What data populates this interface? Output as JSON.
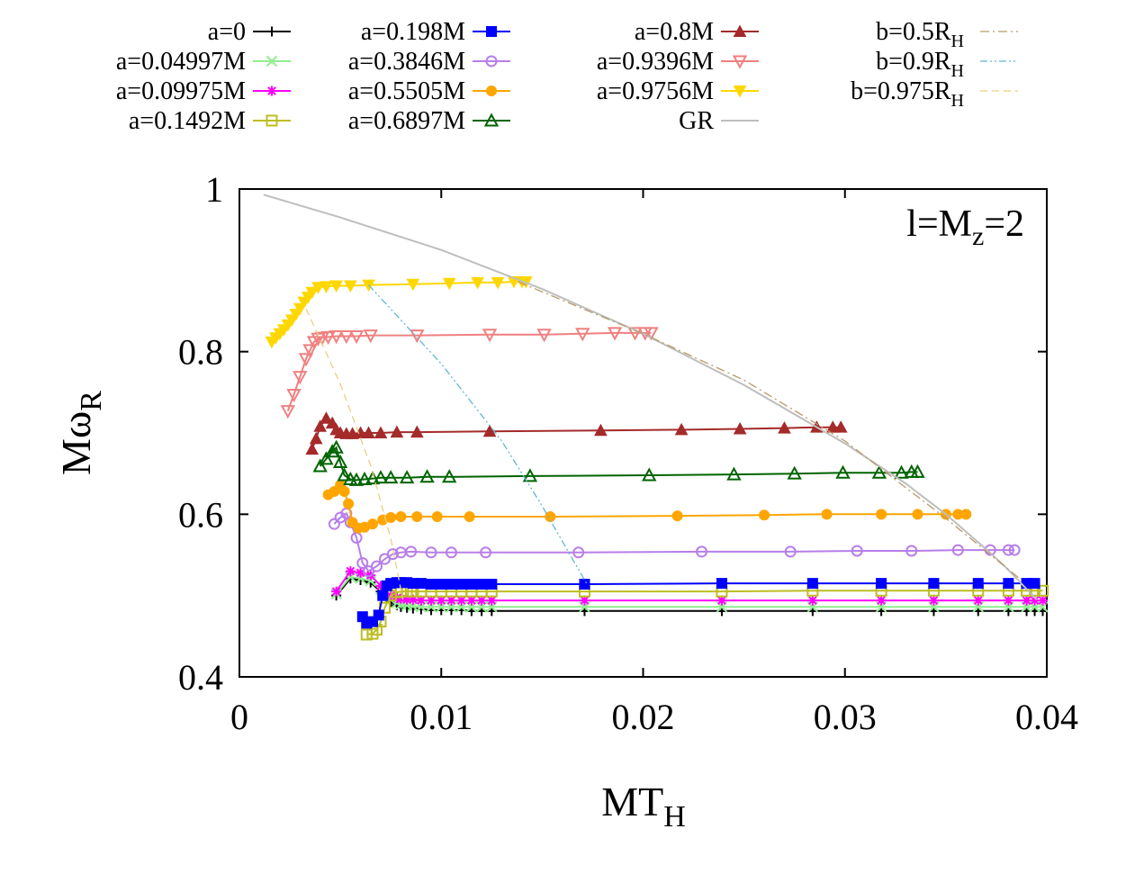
{
  "chart_data": {
    "type": "line",
    "title": "",
    "annotation": {
      "text": "l=M",
      "sub": "z",
      "suffix": "=2"
    },
    "xlabel": {
      "text": "MT",
      "sub": "H"
    },
    "ylabel": {
      "text": "Mω",
      "sub": "R"
    },
    "xlim": [
      0,
      0.04
    ],
    "ylim": [
      0.4,
      1.0
    ],
    "xticks": [
      0,
      0.01,
      0.02,
      0.03,
      0.04
    ],
    "xtick_labels": [
      "0",
      "0.01",
      "0.02",
      "0.03",
      "0.04"
    ],
    "yticks": [
      0.4,
      0.6,
      0.8,
      1.0
    ],
    "ytick_labels": [
      "0.4",
      "0.6",
      "0.8",
      "1"
    ],
    "grid": false,
    "legend_position": "top",
    "series": [
      {
        "name": "a=0",
        "color": "#000000",
        "marker": "plus",
        "x": [
          0.0048,
          0.0055,
          0.006,
          0.0065,
          0.007,
          0.0075,
          0.0078,
          0.008,
          0.0083,
          0.0086,
          0.009,
          0.0095,
          0.01,
          0.0105,
          0.011,
          0.0115,
          0.012,
          0.0125,
          0.0171,
          0.0239,
          0.0284,
          0.0318,
          0.0344,
          0.0366,
          0.0381,
          0.039,
          0.0394,
          0.0398
        ],
        "y": [
          0.5,
          0.521,
          0.519,
          0.516,
          0.505,
          0.492,
          0.488,
          0.486,
          0.485,
          0.484,
          0.483,
          0.482,
          0.482,
          0.482,
          0.482,
          0.481,
          0.481,
          0.481,
          0.481,
          0.481,
          0.481,
          0.481,
          0.481,
          0.481,
          0.481,
          0.481,
          0.481,
          0.481
        ]
      },
      {
        "name": "a=0.04997M",
        "color": "#90ee90",
        "marker": "cross",
        "x": [
          0.0048,
          0.0055,
          0.006,
          0.0065,
          0.007,
          0.0075,
          0.0078,
          0.008,
          0.0083,
          0.0086,
          0.009,
          0.0095,
          0.01,
          0.0105,
          0.011,
          0.0115,
          0.012,
          0.0125,
          0.0171,
          0.0239,
          0.0284,
          0.0318,
          0.0344,
          0.0366,
          0.0381,
          0.039,
          0.0394,
          0.0398
        ],
        "y": [
          0.502,
          0.523,
          0.521,
          0.518,
          0.507,
          0.495,
          0.491,
          0.489,
          0.488,
          0.487,
          0.486,
          0.486,
          0.486,
          0.486,
          0.486,
          0.486,
          0.486,
          0.486,
          0.486,
          0.486,
          0.486,
          0.486,
          0.486,
          0.486,
          0.486,
          0.486,
          0.486,
          0.486
        ]
      },
      {
        "name": "a=0.09975M",
        "color": "#ff00ff",
        "marker": "star",
        "x": [
          0.0048,
          0.0055,
          0.006,
          0.0065,
          0.007,
          0.0075,
          0.0078,
          0.008,
          0.0083,
          0.0086,
          0.009,
          0.0095,
          0.01,
          0.0105,
          0.011,
          0.0115,
          0.012,
          0.0125,
          0.0171,
          0.0239,
          0.0284,
          0.0318,
          0.0344,
          0.0366,
          0.0381,
          0.039,
          0.0394,
          0.0398
        ],
        "y": [
          0.505,
          0.53,
          0.528,
          0.525,
          0.512,
          0.5,
          0.497,
          0.496,
          0.495,
          0.495,
          0.494,
          0.494,
          0.494,
          0.494,
          0.494,
          0.494,
          0.494,
          0.494,
          0.494,
          0.494,
          0.494,
          0.494,
          0.494,
          0.494,
          0.494,
          0.494,
          0.494,
          0.494
        ]
      },
      {
        "name": "a=0.1492M",
        "color": "#bcbd22",
        "marker": "square-open",
        "x": [
          0.0063,
          0.0066,
          0.0068,
          0.007,
          0.0072,
          0.0075,
          0.0078,
          0.008,
          0.0083,
          0.0086,
          0.009,
          0.0095,
          0.01,
          0.0105,
          0.011,
          0.0115,
          0.012,
          0.0125,
          0.0171,
          0.0239,
          0.0284,
          0.0318,
          0.0344,
          0.0366,
          0.0381,
          0.039,
          0.0394,
          0.0398
        ],
        "y": [
          0.452,
          0.453,
          0.458,
          0.468,
          0.485,
          0.5,
          0.504,
          0.505,
          0.505,
          0.505,
          0.505,
          0.505,
          0.505,
          0.505,
          0.505,
          0.505,
          0.505,
          0.505,
          0.505,
          0.505,
          0.506,
          0.506,
          0.506,
          0.506,
          0.506,
          0.506,
          0.506,
          0.506
        ]
      },
      {
        "name": "a=0.198M",
        "color": "#0000ff",
        "marker": "square",
        "x": [
          0.0061,
          0.0063,
          0.0066,
          0.0069,
          0.0071,
          0.0073,
          0.0075,
          0.0078,
          0.008,
          0.0083,
          0.0086,
          0.009,
          0.0095,
          0.01,
          0.0105,
          0.011,
          0.0115,
          0.012,
          0.0125,
          0.0171,
          0.0239,
          0.0284,
          0.0318,
          0.0344,
          0.0366,
          0.0381,
          0.039,
          0.0394
        ],
        "y": [
          0.474,
          0.466,
          0.468,
          0.476,
          0.5,
          0.512,
          0.515,
          0.516,
          0.516,
          0.516,
          0.515,
          0.515,
          0.514,
          0.514,
          0.514,
          0.514,
          0.514,
          0.514,
          0.514,
          0.514,
          0.515,
          0.515,
          0.515,
          0.515,
          0.515,
          0.515,
          0.515,
          0.515
        ]
      },
      {
        "name": "a=0.3846M",
        "color": "#b87ee8",
        "marker": "circle-open",
        "x": [
          0.0047,
          0.005,
          0.0053,
          0.0055,
          0.0058,
          0.0061,
          0.0064,
          0.0068,
          0.0072,
          0.0076,
          0.008,
          0.0085,
          0.0095,
          0.0105,
          0.0122,
          0.0168,
          0.0229,
          0.0273,
          0.0306,
          0.0333,
          0.0356,
          0.0372,
          0.0381,
          0.0384
        ],
        "y": [
          0.588,
          0.596,
          0.601,
          0.59,
          0.571,
          0.54,
          0.53,
          0.536,
          0.545,
          0.551,
          0.553,
          0.554,
          0.553,
          0.553,
          0.553,
          0.553,
          0.554,
          0.554,
          0.555,
          0.555,
          0.556,
          0.556,
          0.556,
          0.556
        ]
      },
      {
        "name": "a=0.5505M",
        "color": "#ffa500",
        "marker": "circle",
        "x": [
          0.0044,
          0.0047,
          0.005,
          0.0052,
          0.0054,
          0.0056,
          0.0059,
          0.0062,
          0.0066,
          0.0071,
          0.0075,
          0.008,
          0.0088,
          0.0098,
          0.0114,
          0.0154,
          0.0217,
          0.026,
          0.0291,
          0.0318,
          0.0336,
          0.035,
          0.0356,
          0.036
        ],
        "y": [
          0.624,
          0.628,
          0.636,
          0.628,
          0.613,
          0.59,
          0.583,
          0.584,
          0.588,
          0.593,
          0.596,
          0.597,
          0.597,
          0.597,
          0.597,
          0.597,
          0.598,
          0.599,
          0.6,
          0.6,
          0.6,
          0.6,
          0.6,
          0.6
        ]
      },
      {
        "name": "a=0.6897M",
        "color": "#006400",
        "marker": "triangle-open",
        "x": [
          0.004,
          0.0043,
          0.0046,
          0.0048,
          0.005,
          0.0052,
          0.0055,
          0.0058,
          0.0062,
          0.0066,
          0.007,
          0.0075,
          0.0083,
          0.0093,
          0.0104,
          0.0144,
          0.0203,
          0.0245,
          0.0275,
          0.0299,
          0.0317,
          0.0328,
          0.0333,
          0.0336
        ],
        "y": [
          0.659,
          0.668,
          0.677,
          0.682,
          0.664,
          0.648,
          0.643,
          0.642,
          0.643,
          0.644,
          0.645,
          0.645,
          0.645,
          0.646,
          0.646,
          0.647,
          0.648,
          0.649,
          0.65,
          0.651,
          0.651,
          0.651,
          0.652,
          0.652
        ]
      },
      {
        "name": "a=0.8M",
        "color": "#a52a2a",
        "marker": "triangle",
        "x": [
          0.0036,
          0.0038,
          0.004,
          0.0043,
          0.0046,
          0.0048,
          0.005,
          0.0053,
          0.0056,
          0.006,
          0.0064,
          0.007,
          0.0078,
          0.0088,
          0.0124,
          0.0179,
          0.0219,
          0.0248,
          0.027,
          0.0286,
          0.0294,
          0.0298
        ],
        "y": [
          0.68,
          0.693,
          0.708,
          0.718,
          0.712,
          0.704,
          0.7,
          0.699,
          0.699,
          0.7,
          0.7,
          0.7,
          0.701,
          0.701,
          0.702,
          0.703,
          0.704,
          0.705,
          0.706,
          0.707,
          0.707,
          0.707
        ]
      },
      {
        "name": "a=0.9396M",
        "color": "#f08080",
        "marker": "triangle-down-open",
        "x": [
          0.0024,
          0.0027,
          0.003,
          0.0033,
          0.0035,
          0.0037,
          0.0039,
          0.0041,
          0.0044,
          0.0048,
          0.0053,
          0.0058,
          0.0065,
          0.0088,
          0.0124,
          0.0151,
          0.017,
          0.0186,
          0.0196,
          0.0201,
          0.0204
        ],
        "y": [
          0.727,
          0.747,
          0.769,
          0.791,
          0.802,
          0.812,
          0.816,
          0.817,
          0.818,
          0.819,
          0.819,
          0.819,
          0.82,
          0.82,
          0.821,
          0.821,
          0.822,
          0.823,
          0.823,
          0.823,
          0.823
        ]
      },
      {
        "name": "a=0.9756M",
        "color": "#ffd700",
        "marker": "triangle-down",
        "x": [
          0.0016,
          0.0018,
          0.002,
          0.0022,
          0.0024,
          0.0026,
          0.0028,
          0.003,
          0.0032,
          0.0034,
          0.0036,
          0.0039,
          0.0043,
          0.0048,
          0.0055,
          0.0064,
          0.0086,
          0.0104,
          0.0118,
          0.0128,
          0.0136,
          0.014,
          0.0142
        ],
        "y": [
          0.812,
          0.817,
          0.822,
          0.827,
          0.833,
          0.839,
          0.846,
          0.853,
          0.861,
          0.867,
          0.873,
          0.879,
          0.88,
          0.881,
          0.881,
          0.882,
          0.883,
          0.884,
          0.885,
          0.885,
          0.886,
          0.886,
          0.886
        ]
      },
      {
        "name": "GR",
        "color": "#bebebe",
        "marker": "none",
        "x": [
          0.0012,
          0.005,
          0.01,
          0.015,
          0.02,
          0.025,
          0.03,
          0.033,
          0.035,
          0.037,
          0.038,
          0.039,
          0.0395
        ],
        "y": [
          0.993,
          0.965,
          0.925,
          0.877,
          0.822,
          0.759,
          0.687,
          0.638,
          0.6,
          0.557,
          0.534,
          0.508,
          0.495
        ]
      },
      {
        "name": "b=0.5R",
        "sub": "H",
        "color": "#b89a6a",
        "marker": "none",
        "dash": "10,4,2,4",
        "x": [
          0.0138,
          0.02,
          0.025,
          0.03,
          0.035,
          0.0387
        ],
        "y": [
          0.886,
          0.822,
          0.765,
          0.69,
          0.595,
          0.52
        ]
      },
      {
        "name": "b=0.9R",
        "sub": "H",
        "color": "#5fb8d4",
        "marker": "none",
        "dash": "8,3,2,3,2,3",
        "x": [
          0.0064,
          0.01,
          0.013,
          0.015,
          0.0165,
          0.0172
        ],
        "y": [
          0.882,
          0.785,
          0.69,
          0.61,
          0.545,
          0.515
        ]
      },
      {
        "name": "b=0.975R",
        "sub": "H",
        "color": "#ebcf80",
        "marker": "none",
        "dash": "8,5",
        "x": [
          0.0033,
          0.005,
          0.0065,
          0.0075,
          0.0081
        ],
        "y": [
          0.853,
          0.76,
          0.66,
          0.57,
          0.495
        ]
      }
    ]
  }
}
